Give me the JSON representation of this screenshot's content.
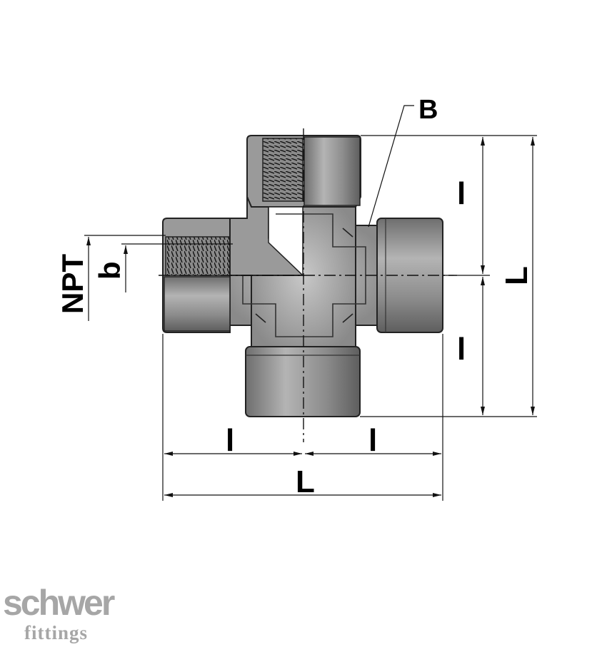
{
  "drawing": {
    "labels": {
      "thread_callout": "B",
      "leg_length": "l",
      "overall_length": "L",
      "thread_size": "NPT",
      "thread_depth": "b"
    }
  },
  "logo": {
    "brand": "schwer",
    "subtitle": "fittings"
  },
  "colors": {
    "body_fill": "#9a9a9a",
    "outline": "#222222",
    "logo": "#a6a6a6"
  }
}
